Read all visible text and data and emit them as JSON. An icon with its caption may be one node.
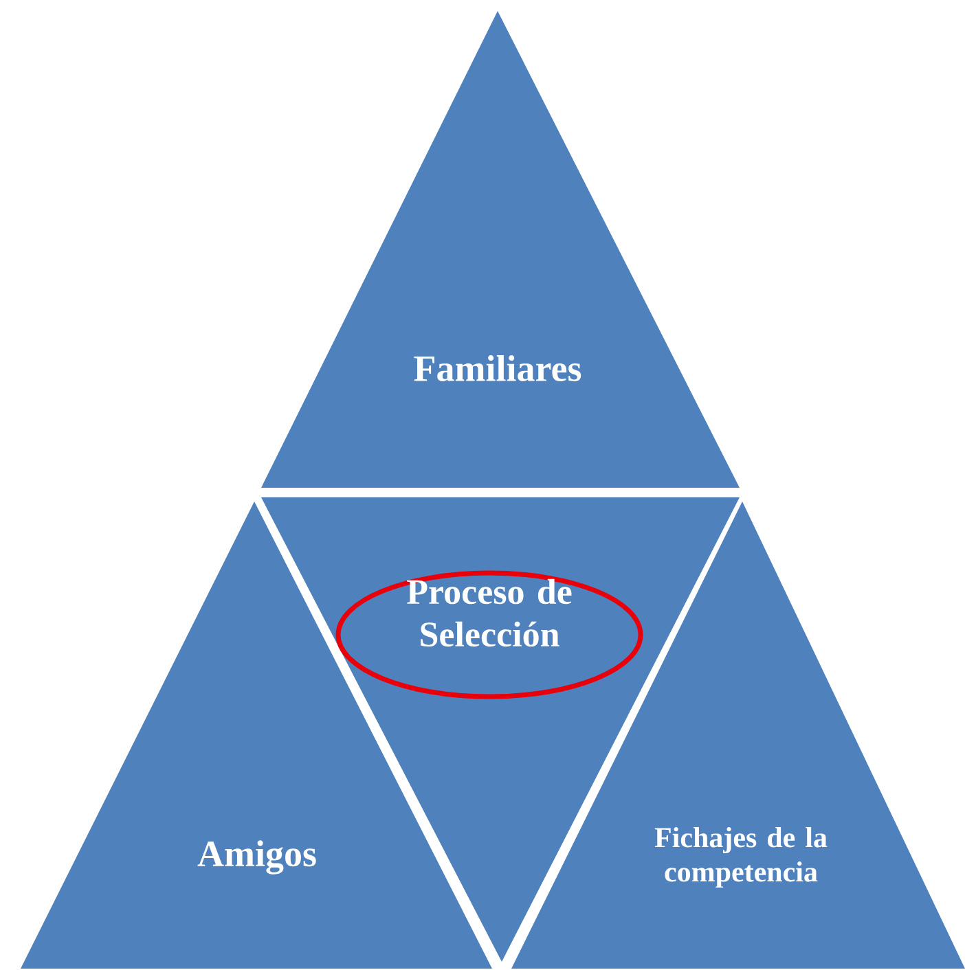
{
  "diagram": {
    "nodes": [
      {
        "text": [
          "Familiares"
        ]
      },
      {
        "text": [],
        "shape": "triangle"
      },
      {
        "text": [
          "Proceso de Selección"
        ],
        "in": 1
      },
      {
        "text": [
          "Amigos"
        ]
      },
      {
        "text": [
          "Fichajes de la competencia"
        ]
      }
    ]
  }
}
